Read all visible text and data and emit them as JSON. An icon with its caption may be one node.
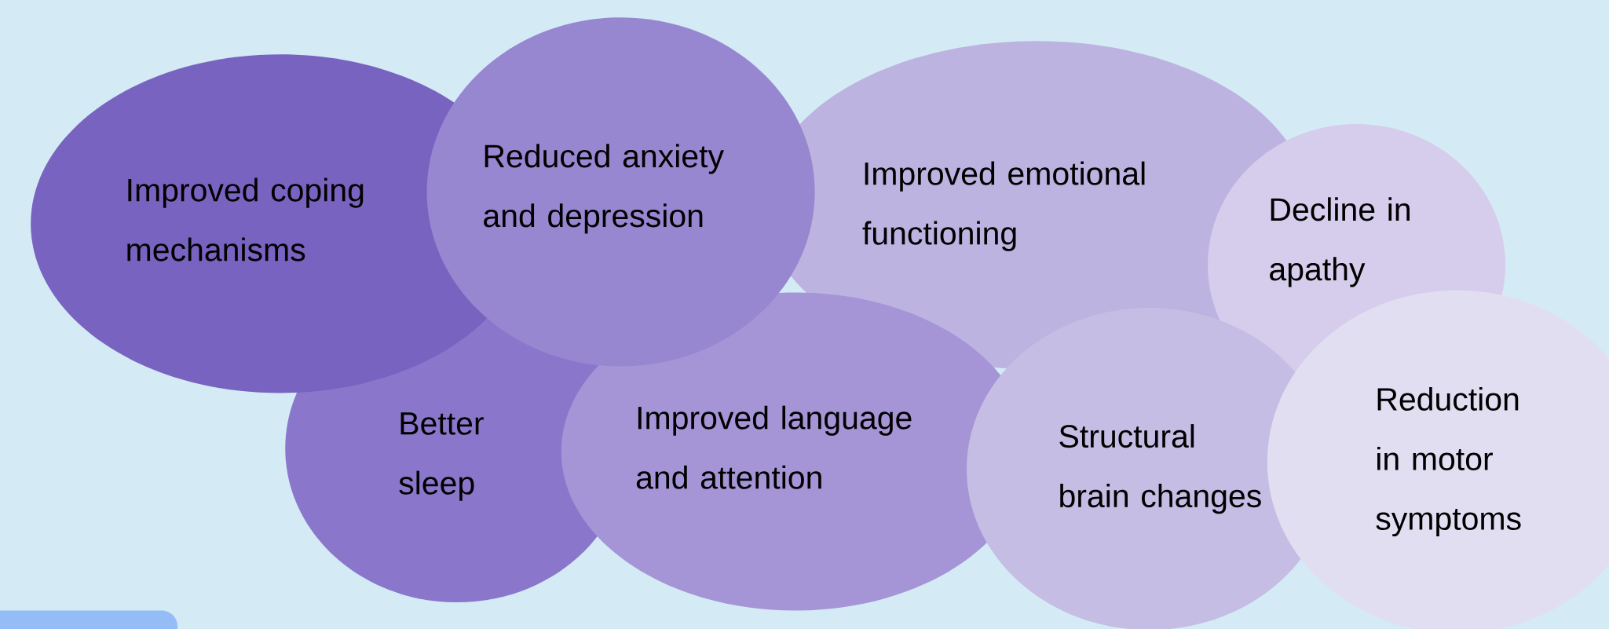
{
  "diagram": {
    "nodes": [
      {
        "text": [
          "Improved coping mechanisms"
        ]
      },
      {
        "text": [
          "Reduced anxiety and depression"
        ]
      },
      {
        "text": [
          "Improved emotional functioning"
        ]
      },
      {
        "text": [
          "Decline in apathy"
        ]
      },
      {
        "text": [
          "Better sleep"
        ]
      },
      {
        "text": [
          "Improved language and attention"
        ]
      },
      {
        "text": [
          "Structural brain changes"
        ]
      },
      {
        "text": [
          "Reduction in motor symptoms"
        ]
      },
      {
        "text": [],
        "shape": "box"
      }
    ]
  }
}
